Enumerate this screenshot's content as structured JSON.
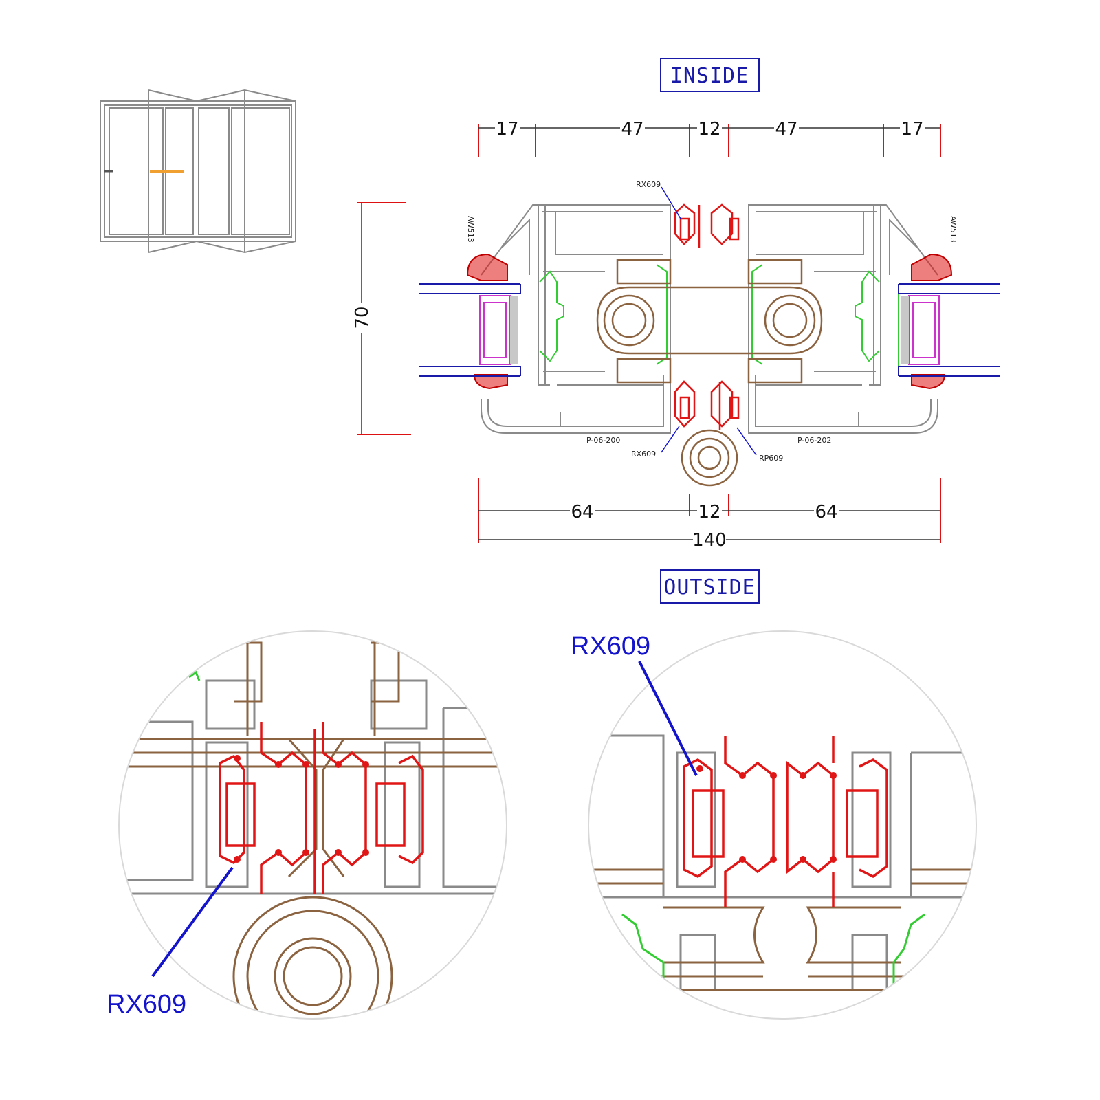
{
  "labels": {
    "inside": "INSIDE",
    "outside": "OUTSIDE",
    "top_dims": [
      "17",
      "47",
      "12",
      "47",
      "17"
    ],
    "bottom_dims": [
      "64",
      "12",
      "64"
    ],
    "overall": "140",
    "height": "70",
    "part_rx609_top": "RX609",
    "part_rx609_bottom": "RX609",
    "part_rp609": "RP609",
    "profile_left": "P-06-200",
    "profile_right": "P-06-202",
    "gasket_left": "AW513",
    "gasket_right": "AW513",
    "detail_left_callout": "RX609",
    "detail_right_callout": "RX609"
  },
  "colors": {
    "frame": "#8a8a8a",
    "gasket": "#e01515",
    "hardware": "#8b6340",
    "insert": "#33cc33",
    "glass": "#1a1aa8",
    "spacer": "#cc33cc",
    "dimension": "#dd1111",
    "callout": "#1414cc"
  }
}
